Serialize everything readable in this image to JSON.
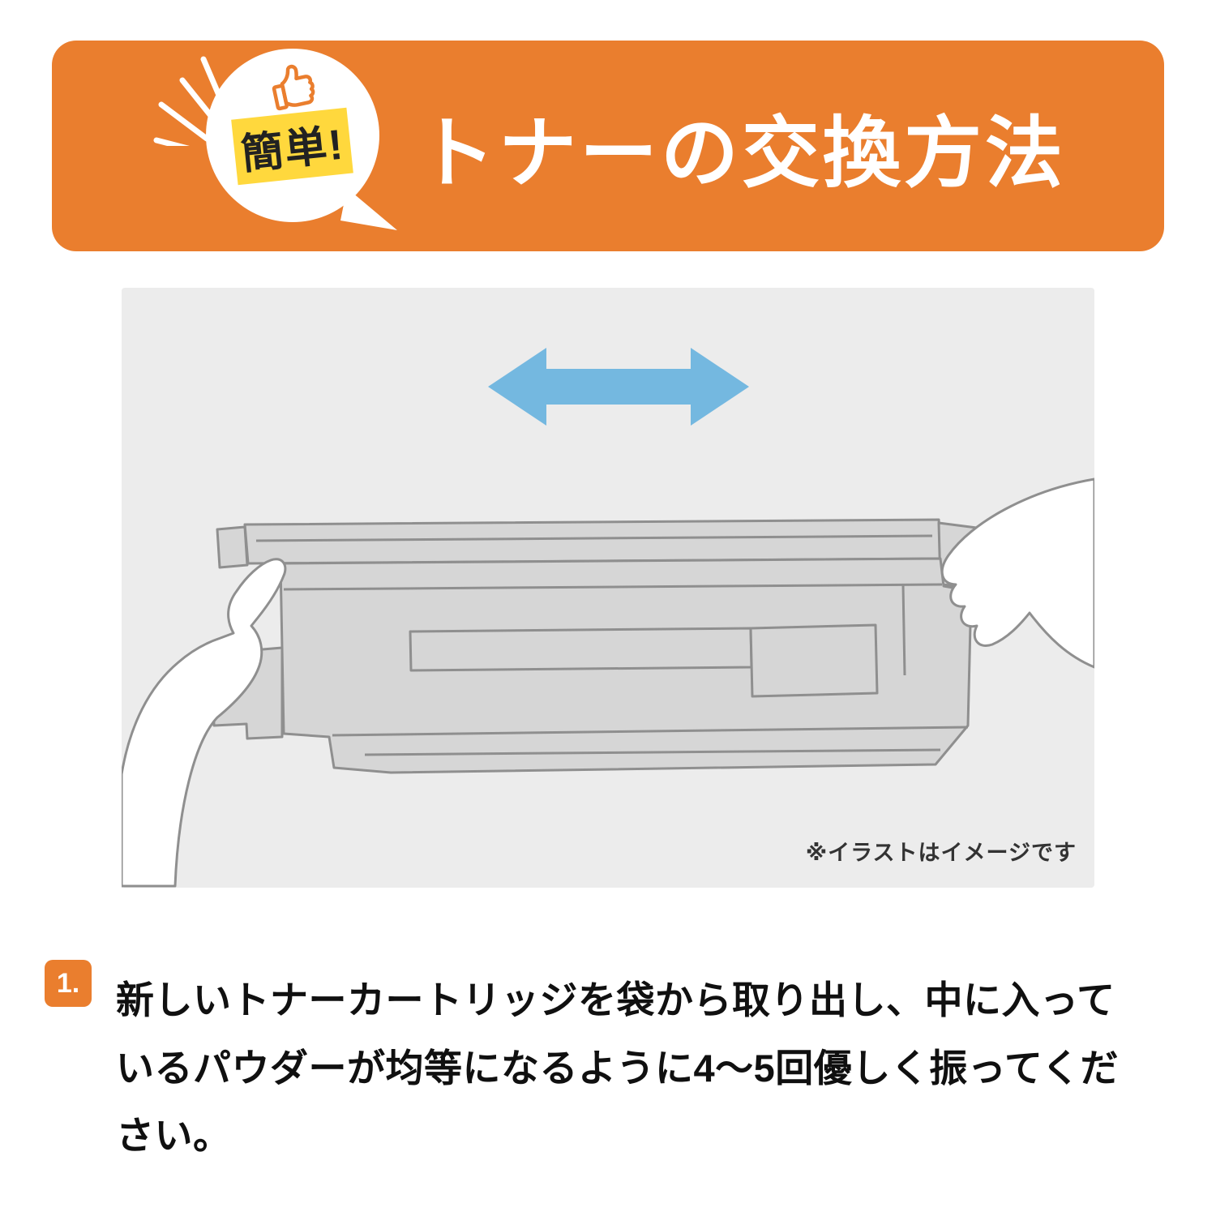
{
  "header": {
    "banner_color": "#ea7e2e",
    "bubble": {
      "label": "簡単!",
      "highlight_color": "#ffd83d",
      "icon": "thumbs-up-icon"
    },
    "title": "トナーの交換方法"
  },
  "illustration": {
    "panel_color": "#ececec",
    "arrow_color": "#74b8e0",
    "cartridge_color": "#d6d6d6",
    "outline_color": "#8f8f8f",
    "note": "※イラストはイメージです"
  },
  "step": {
    "number": "1.",
    "badge_color": "#ea7e2e",
    "text": "新しいトナーカートリッジを袋から取り出し、中に入っているパウダーが均等になるように4〜5回優しく振ってください。"
  }
}
